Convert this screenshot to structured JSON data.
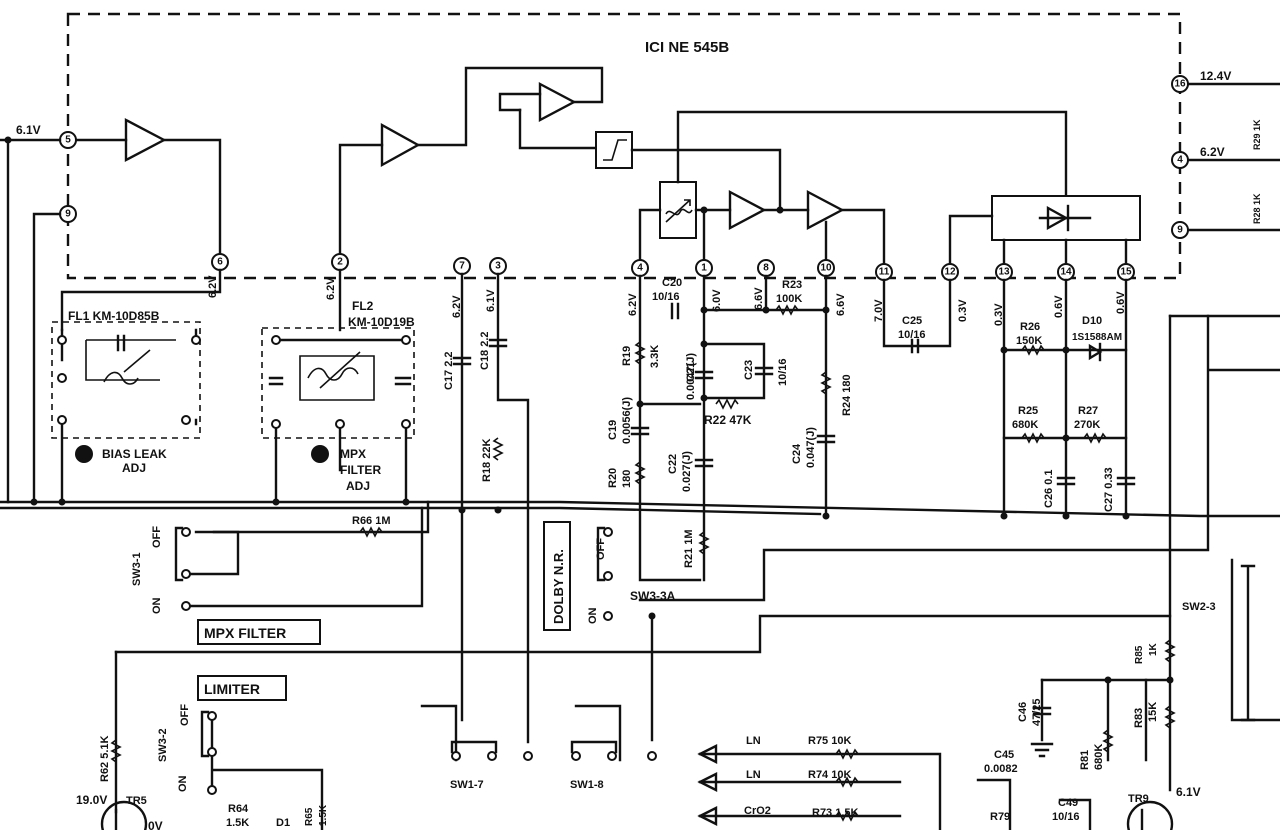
{
  "ic_title": "ICI NE 545B",
  "pins": {
    "p1": "1",
    "p2": "2",
    "p3": "3",
    "p4": "4",
    "p5": "5",
    "p6": "6",
    "p7": "7",
    "p8": "8",
    "p9": "9",
    "p10": "10",
    "p11": "11",
    "p12": "12",
    "p13": "13",
    "p14": "14",
    "p15": "15",
    "p16": "16",
    "p4r": "4",
    "p9r": "9"
  },
  "voltages": {
    "v_left_in": "6.1V",
    "v_p6": "6.2V",
    "v_p2": "6.2V",
    "v_p7": "6.2V",
    "v_p3": "6.1V",
    "v_p4": "6.2V",
    "v_p1": "6.0V",
    "v_p8": "6.6V",
    "v_p10": "6.6V",
    "v_p11": "7.0V",
    "v_p12": "0.3V",
    "v_p13": "0.3V",
    "v_p14": "0.6V",
    "v_p15": "0.6V",
    "v_p16": "12.4V",
    "v_p4r": "6.2V",
    "v_tr5_b": "19.0V",
    "v_tr5_e": "0V",
    "v_tr9": "6.1V"
  },
  "components": {
    "fl1": "FL1 KM-10D85B",
    "fl2": "FL2",
    "fl2_part": "KM-10D19B",
    "bias_leak": "BIAS LEAK",
    "bias_adj": "ADJ",
    "mpx_1": "MPX",
    "mpx_2": "FILTER",
    "mpx_3": "ADJ",
    "c17": "C17 2.2",
    "c18": "C18 2.2",
    "r18": "R18 22K",
    "c20": "C20",
    "c20_v": "10/16",
    "r23": "R23",
    "r23_v": "100K",
    "r19": "R19",
    "r19_v": "3.3K",
    "c21": "C21",
    "c21_v": "0.0047(J)",
    "c23": "C23",
    "c23_v": "10/16",
    "c19": "C19",
    "c19_v": "0.0056(J)",
    "r20": "R20",
    "r20_v": "180",
    "r22": "R22 47K",
    "c22": "C22",
    "c22_v": "0.027(J)",
    "r24": "R24 180",
    "c24": "C24",
    "c24_v": "0.047(J)",
    "c25": "C25",
    "c25_v": "10/16",
    "r26": "R26",
    "r26_v": "150K",
    "d10": "D10",
    "d10_v": "1S1588AM",
    "r25": "R25",
    "r25_v": "680K",
    "r27": "R27",
    "r27_v": "270K",
    "c26": "C26 0.1",
    "c27": "C27 0.33",
    "r21": "R21 1M",
    "r66": "R66 1M",
    "r62": "R62 5.1K",
    "tr5": "TR5",
    "r64": "R64",
    "r64_v": "1.5K",
    "d1": "D1",
    "r65": "R65",
    "r65_v": "1.5K",
    "c46": "C46",
    "c46_v": "47/25",
    "c45": "C45",
    "c45_v": "0.0082",
    "r81": "R81",
    "r81_v": "680K",
    "r83": "R83",
    "r83_v": "15K",
    "r85": "R85",
    "r85_v": "1K",
    "r79": "R79",
    "c49": "C49",
    "c49_v": "10/16",
    "tr9": "TR9",
    "r75": "R75 10K",
    "r74": "R74 10K",
    "r73": "R73 1.5K",
    "ln1": "LN",
    "ln2": "LN",
    "cro2": "CrO2",
    "r_right_a": "R29 1K",
    "r_right_b": "R28 1K"
  },
  "switches": {
    "sw3_1": "SW3-1",
    "sw3_2": "SW3-2",
    "sw3_3a": "SW3-3A",
    "sw1_7": "SW1-7",
    "sw1_8": "SW1-8",
    "sw2_3": "SW2-3",
    "on": "ON",
    "off": "OFF"
  },
  "functions": {
    "mpx_filter": "MPX FILTER",
    "dolby": "DOLBY N.R.",
    "limiter": "LIMITER"
  }
}
